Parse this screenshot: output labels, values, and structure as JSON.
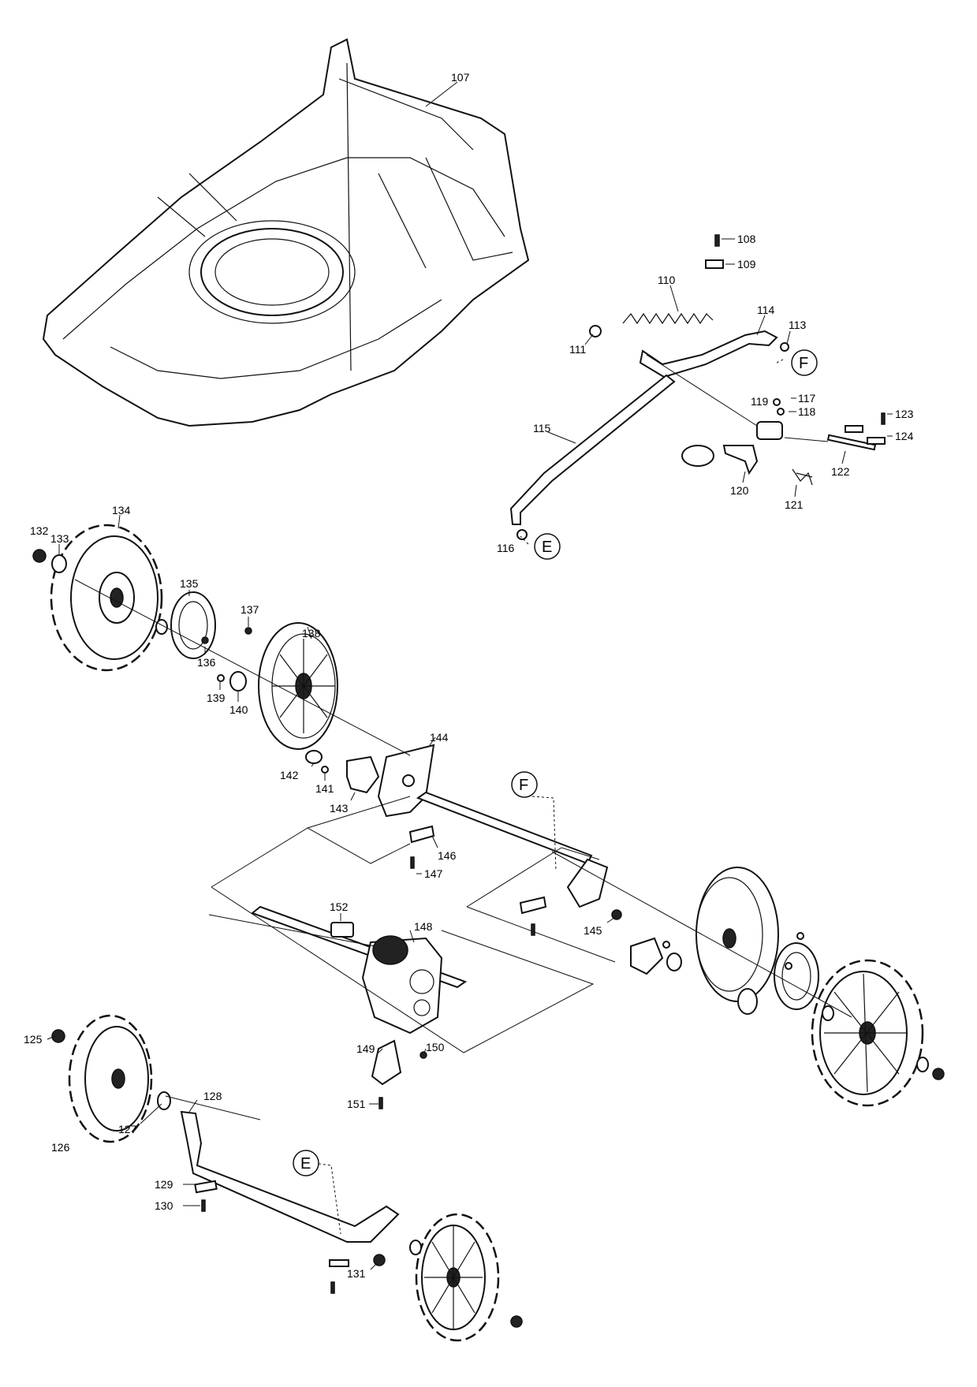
{
  "diagram": {
    "part_numbers": [
      "107",
      "108",
      "109",
      "110",
      "111",
      "113",
      "114",
      "115",
      "116",
      "117",
      "118",
      "119",
      "120",
      "121",
      "122",
      "123",
      "124",
      "125",
      "126",
      "127",
      "128",
      "129",
      "130",
      "131",
      "132",
      "133",
      "134",
      "135",
      "136",
      "137",
      "138",
      "139",
      "140",
      "141",
      "142",
      "143",
      "144",
      "145",
      "146",
      "147",
      "148",
      "149",
      "150",
      "151",
      "152"
    ],
    "callouts": {
      "E": "E",
      "F": "F"
    }
  }
}
